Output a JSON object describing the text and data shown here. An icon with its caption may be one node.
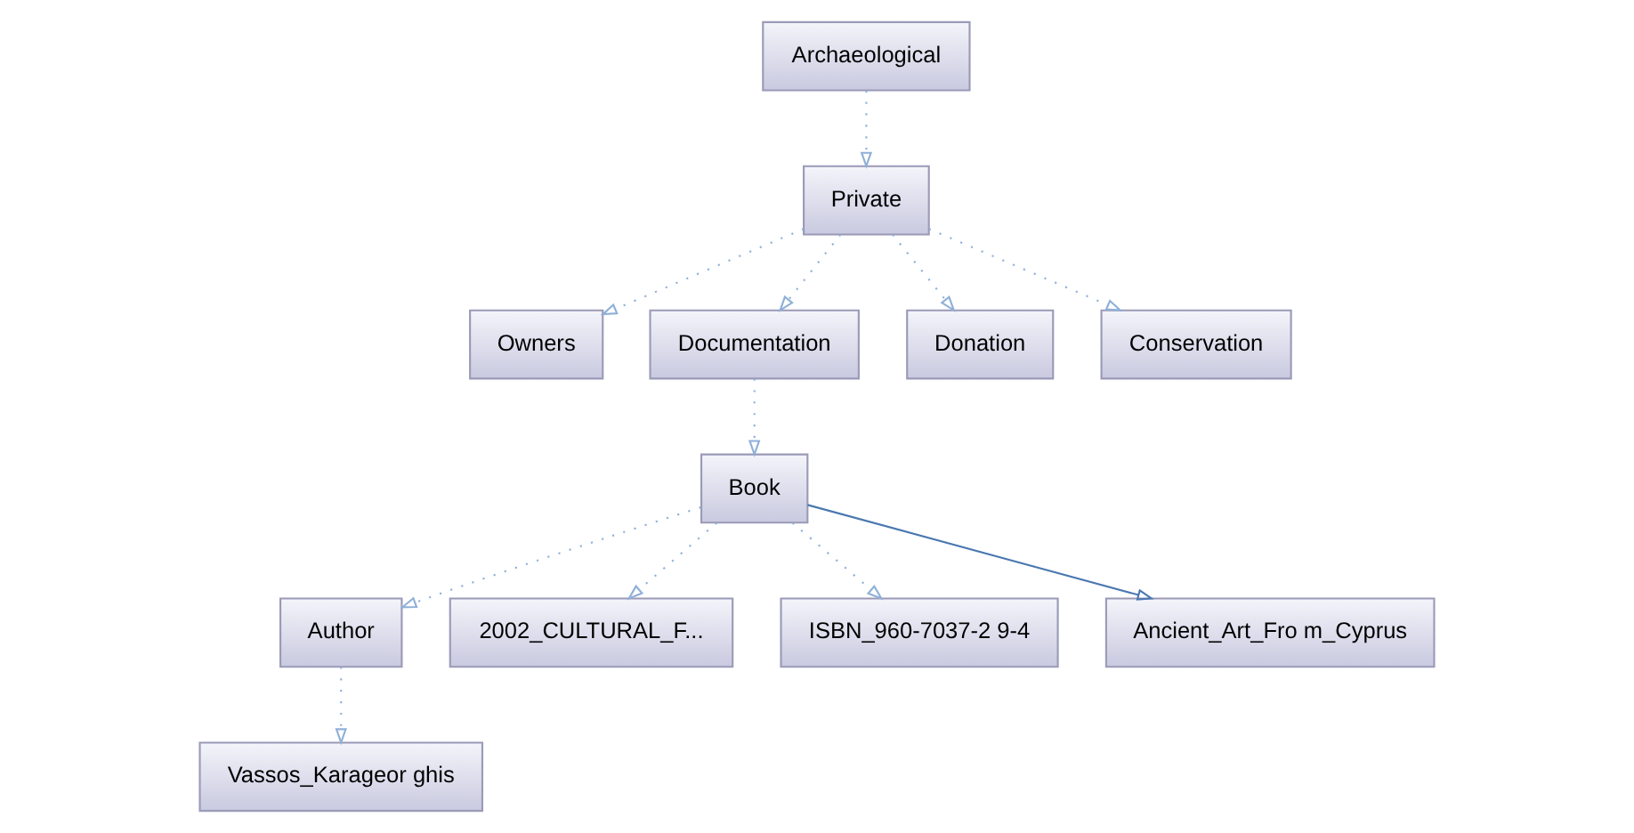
{
  "diagram": {
    "nodes": [
      {
        "text": [
          "Archaeological"
        ]
      },
      {
        "text": [
          "Private"
        ]
      },
      {
        "text": [
          "Owners"
        ]
      },
      {
        "text": [
          "Documentation"
        ]
      },
      {
        "text": [
          "Donation"
        ]
      },
      {
        "text": [
          "Conservation"
        ]
      },
      {
        "text": [
          "Book"
        ]
      },
      {
        "text": [
          "Author"
        ]
      },
      {
        "text": [
          "2002_CULTURAL_F..."
        ]
      },
      {
        "text": [
          "ISBN_960-7037-2 9-4"
        ]
      },
      {
        "text": [
          "Ancient_Art_Fro m_Cyprus"
        ]
      },
      {
        "text": [
          "Vassos_Karageor ghis"
        ]
      }
    ],
    "edges": [
      {
        "from": 0,
        "to": 1,
        "arrow": "to",
        "style": "dashed"
      },
      {
        "from": 1,
        "to": 2,
        "arrow": "to",
        "style": "dashed"
      },
      {
        "from": 1,
        "to": 3,
        "arrow": "to",
        "style": "dashed"
      },
      {
        "from": 1,
        "to": 4,
        "arrow": "to",
        "style": "dashed"
      },
      {
        "from": 1,
        "to": 5,
        "arrow": "to",
        "style": "dashed"
      },
      {
        "from": 3,
        "to": 6,
        "arrow": "to",
        "style": "dashed"
      },
      {
        "from": 6,
        "to": 7,
        "arrow": "to",
        "style": "dashed"
      },
      {
        "from": 6,
        "to": 8,
        "arrow": "to",
        "style": "dashed"
      },
      {
        "from": 6,
        "to": 9,
        "arrow": "to",
        "style": "dashed"
      },
      {
        "from": 6,
        "to": 10,
        "arrow": "to",
        "color": "#4a78b0"
      },
      {
        "from": 7,
        "to": 11,
        "arrow": "to",
        "style": "dashed"
      }
    ]
  }
}
